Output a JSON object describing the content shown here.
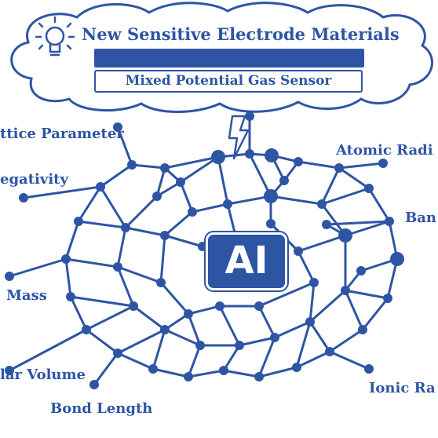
{
  "header": {
    "title": "New Sensitive Electrode Materials",
    "subtitle": "Mixed Potential Gas Sensor"
  },
  "center": {
    "label": "AI"
  },
  "features": [
    {
      "id": "lattice-parameter",
      "text": "ttice Parameter"
    },
    {
      "id": "electronegativity",
      "text": "egativity"
    },
    {
      "id": "atomic-radius",
      "text": "Atomic Radi"
    },
    {
      "id": "band",
      "text": "Ban"
    },
    {
      "id": "mass",
      "text": "Mass"
    },
    {
      "id": "molar-volume",
      "text": "lar Volume"
    },
    {
      "id": "bond-length",
      "text": "Bond Length"
    },
    {
      "id": "ionic-radius",
      "text": "Ionic Ra"
    }
  ],
  "colors": {
    "primary": "#2E55A4",
    "background": "#FFFFFF"
  },
  "icons": {
    "header": "lightbulb-icon",
    "connector": "lightning-bolt-icon"
  }
}
